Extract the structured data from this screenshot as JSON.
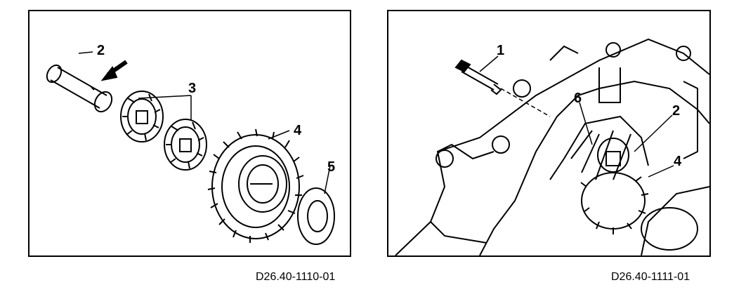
{
  "figures": [
    {
      "caption": "D26.40-1110-01",
      "callouts": [
        "2",
        "3",
        "4",
        "5"
      ]
    },
    {
      "caption": "D26.40-1111-01",
      "callouts": [
        "1",
        "6",
        "2",
        "4"
      ]
    }
  ]
}
